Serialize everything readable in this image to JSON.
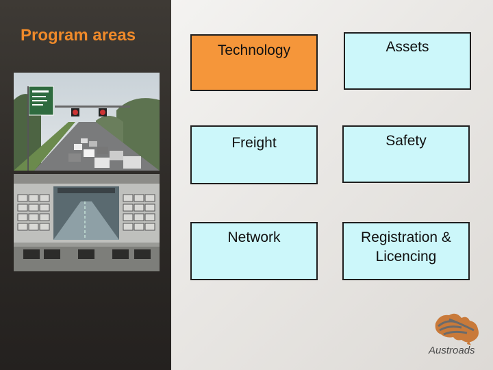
{
  "sidebar": {
    "title": "Program areas"
  },
  "areas": [
    {
      "label": "Technology",
      "highlight": true
    },
    {
      "label": "Assets",
      "highlight": false
    },
    {
      "label": "Freight",
      "highlight": false
    },
    {
      "label": "Safety",
      "highlight": false
    },
    {
      "label": "Network",
      "highlight": false
    },
    {
      "label": "Registration &\nLicencing",
      "highlight": false
    }
  ],
  "colors": {
    "accent": "#f08a2a",
    "box_fill": "#ccf7fa",
    "highlight_fill": "#f5963a",
    "title": "#f08a2a"
  },
  "logo": {
    "text": "Austroads"
  }
}
